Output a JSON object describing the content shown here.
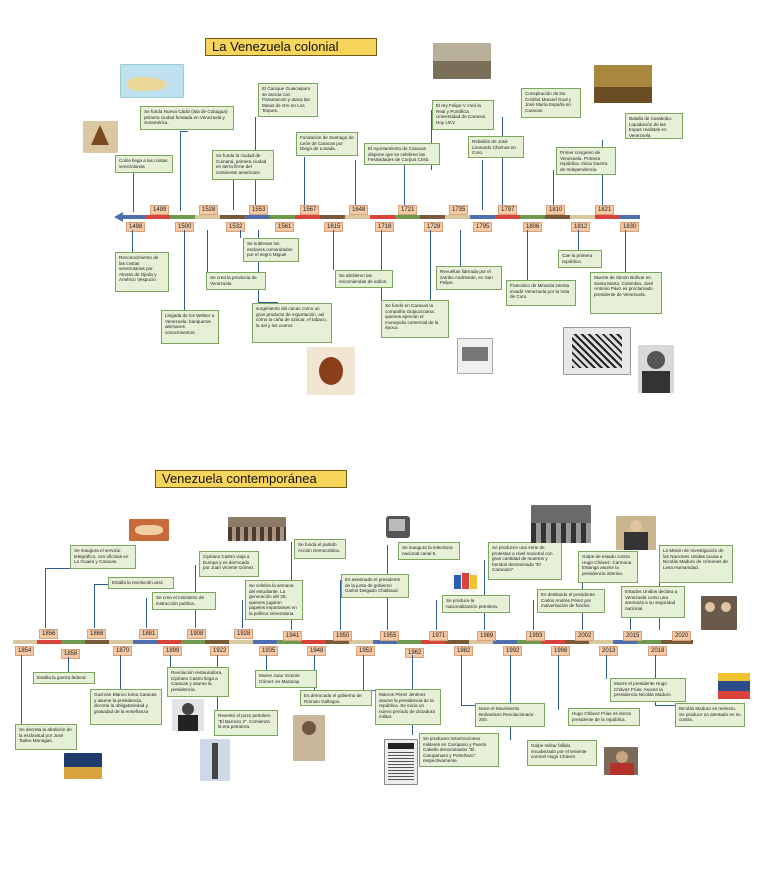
{
  "colonial": {
    "title": "La Venezuela colonial",
    "years": [
      "1498",
      "1499",
      "1500",
      "1528",
      "1532",
      "1553",
      "1561",
      "1567",
      "1615",
      "1648",
      "1718",
      "1721",
      "1728",
      "1735",
      "1795",
      "1797",
      "1806",
      "1810",
      "1812",
      "1821",
      "1830"
    ],
    "events": [
      "Colón llega a las costas venezolanas",
      "Se funda Nueva Cádiz (isla de Cubagua) primera ciudad fundada en Venezuela y Suramérica.",
      "El Cacique Guaicaipuro se asocia con Paramaconi y ataca las Minas de Oro en Los Teques.",
      "Se funda la ciudad de Cumaná, primera ciudad en tierra firme del continente americano",
      "Fundación de Santiago de León de Caracas por Diego de Losada.",
      "El Ayuntamiento de Caracas dispone que se celebren las Festividades de Corpus Cristi.",
      "El rey Felipe V creó la Real y Pontificia Universidad de Caracas. Hoy UCV",
      "Rebelión de José Leonardo Chirinos en Coro.",
      "Conspiración de los Criollos Manuel Gual y José María España en Caracas.",
      "Primer congreso de Venezuela. Primera república. Inicia Guerra de Independencia",
      "Batalla de Carabobo. Liquidación de las tropas realistas en Venezuela",
      "Reconocimiento de las costas venezolanas por Alonso de Ojeda y Américo Vespucio",
      "Llegada de los Welser a Venezuela: banqueros alemanes conocimientos.",
      "Se crea la provincia de Venezuela",
      "Se sublevan los esclavos comandados por el negro Miguel",
      "surgimiento del cacao como un gran producto de exportación, así como la caña de azúcar, el tabaco, la sal y los cueros",
      "Se abolieron las encomiendas de indios.",
      "Se fundo en Caracas la compañía Guipuzcoana: quienes ejercían el monopolio comercial de la época",
      "Revueltas liderada por el zambo Andresote, en San Felipe.",
      "Francisco de Miranda intenta invadir Venezuela por la Vela de Coro.",
      "Cae la primera república.",
      "Muerte de Simón Bolívar en Santa Marta, Colombia. José Antonio Páez es proclamado presidente de Venezuela."
    ]
  },
  "contemporary": {
    "title": "Venezuela contemporánea",
    "years": [
      "1854",
      "1856",
      "1858",
      "1868",
      "1870",
      "1881",
      "1899",
      "1908",
      "1922",
      "1928",
      "1935",
      "1941",
      "1948",
      "1950",
      "1953",
      "1955",
      "1962",
      "1971",
      "1982",
      "1989",
      "1992",
      "1993",
      "1998",
      "2002",
      "2013",
      "2015",
      "2018",
      "2020"
    ],
    "events": [
      "Se inaugura el servicio telegráfico, con oficinas en La Guaira y Caracas.",
      "Estalla la revolución azul",
      "Se crea el ministerio de instrucción publica.",
      "Cipriano Castro viaja a Europa y es derrocado por Juan Vicente Gómez.",
      "Se celebra la semana del estudiante. La generación del 28, quienes jugaron papeles importantes en la política venezolana.",
      "Se funda el partido Acción Democrática.",
      "Es asesinado el presidente de la junta de gobierno Carlos Delgado Chalbaud.",
      "Se inaugura la televisora nacional canal 5.",
      "Se produce la nacionalización petrolera.",
      "Se producen una serie de protestas a nivel nacional con gran cantidad de muertos y heridos denominada \"El Caracazo\".",
      "Es destituido el presidente Carlos Andrés Pérez por malversación de fondos.",
      "Golpe de estado contra Hugo Chávez. Carmona Estanga asume la presidencia interina.",
      "La Misión de Investigación de las Naciones Unidas acusa a Nicolás Maduro de crímenes de Lesa Humanidad.",
      "Estados Unidos declara a Venezuela como una amenaza a su seguridad nacional.",
      "Se decreta la abolición de la esclavitud por José Tadeo Monagas.",
      "Estalla la guerra federal.",
      "Guzmán Blanco toma Caracas y asume la presidencia, decreta la obligatoriedad y gratuidad de la enseñanza",
      "Revolución restauradora, Cipriano Castro llega a Caracas y asume la presidencia.",
      "Reventó el pozo petrolero \"El Barroso 2\". Comienza la era petrolera.",
      "Muere Juan Vicente Gómez en Maracay.",
      "Es derrocado el gobierno de Rómulo Gallegos.",
      "Marcos Pérez Jiménez asume la presidencia de la república. Se inicia un nuevo período de dictadura militar.",
      "Se producen Insurrecciones militares en Carúpano y Puerto Cabello denominados \"El Carupanazo y Porteñazo\" respectivamente.",
      "Nace el Movimiento Bolivariano Revolucionario 200.",
      "Golpe militar fallido, encabezado por el teniente coronel Hugo Chávez.",
      "Hugo Chávez Frías es electo presidente de la república.",
      "Muere el presidente Hugo Chávez Frías. Asume la presidencia Nicolás Maduro",
      "Nicolás Maduro es reelecto. Se produce un atentado en su contra."
    ]
  },
  "colors": {
    "title_bg": "#f7d55a",
    "axis_blue": "#4d6fb0",
    "axis_red": "#d9433b",
    "axis_green": "#6f9a4d",
    "axis_brown": "#7b5a3a",
    "axis_tan": "#d8c8a0",
    "box_bg": "#e6f0d7",
    "box_border": "#7da55d",
    "year_bg": "#f6c9a5",
    "connector": "#2f5b9a"
  }
}
